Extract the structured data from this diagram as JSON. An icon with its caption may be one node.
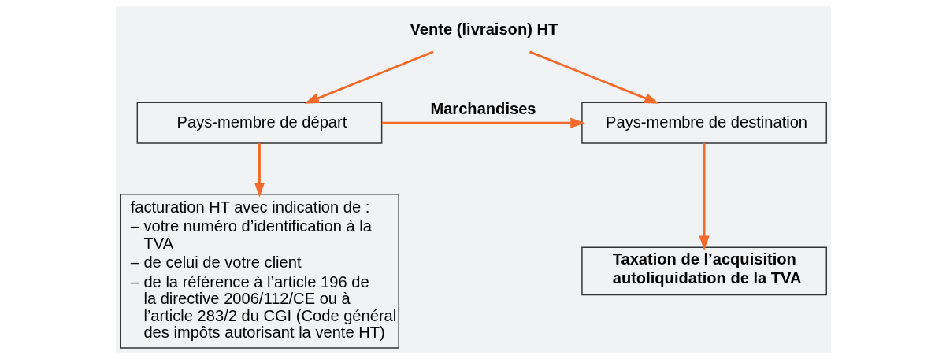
{
  "diagram": {
    "nodes": [
      {
        "text": [
          "Vente (livraison) HT"
        ]
      },
      {
        "text": [
          "Pays-membre de départ"
        ]
      },
      {
        "text": [
          "Pays-membre de destination"
        ]
      },
      {
        "text": [
          "facturation HT avec indication de :",
          "– votre numéro d’identification à la TVA",
          "– de celui de votre client",
          "– de la référence à l’article 196 de la directive 2006/112/CE ou à l’article 283/2 du CGI (Code général des impôts autorisant la vente HT)"
        ]
      },
      {
        "text": [
          "Taxation de l’acquisition",
          "autoliquidation de la TVA"
        ]
      }
    ],
    "edges": [
      {
        "from": 0,
        "to": 1,
        "arrow": "to"
      },
      {
        "from": 0,
        "to": 2,
        "arrow": "to"
      },
      {
        "from": 1,
        "to": 2,
        "arrow": "to",
        "label": "Marchandises"
      },
      {
        "from": 1,
        "to": 3,
        "arrow": "to"
      },
      {
        "from": 2,
        "to": 4,
        "arrow": "to"
      }
    ]
  }
}
